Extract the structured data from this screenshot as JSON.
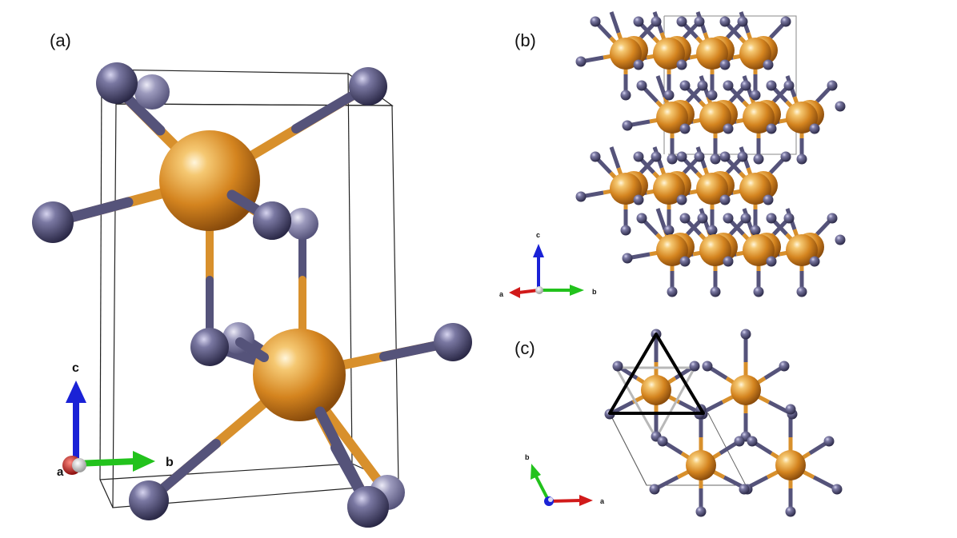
{
  "panels": {
    "a": {
      "label": "(a)"
    },
    "b": {
      "label": "(b)"
    },
    "c": {
      "label": "(c)"
    }
  },
  "axes": {
    "a": {
      "c": "c",
      "b": "b",
      "a": "a"
    },
    "b": {
      "c": "c",
      "b": "b",
      "a": "a"
    },
    "c": {
      "b": "b",
      "a": "a"
    }
  },
  "colors": {
    "metal_atom": "#d88a2e",
    "nonmetal_atom": "#5c5a80",
    "bond_metal": "#d8902c",
    "bond_nonmetal": "#5a5880",
    "axis_a": "#d11a1a",
    "axis_b": "#22c21c",
    "axis_c": "#1a22d6"
  }
}
